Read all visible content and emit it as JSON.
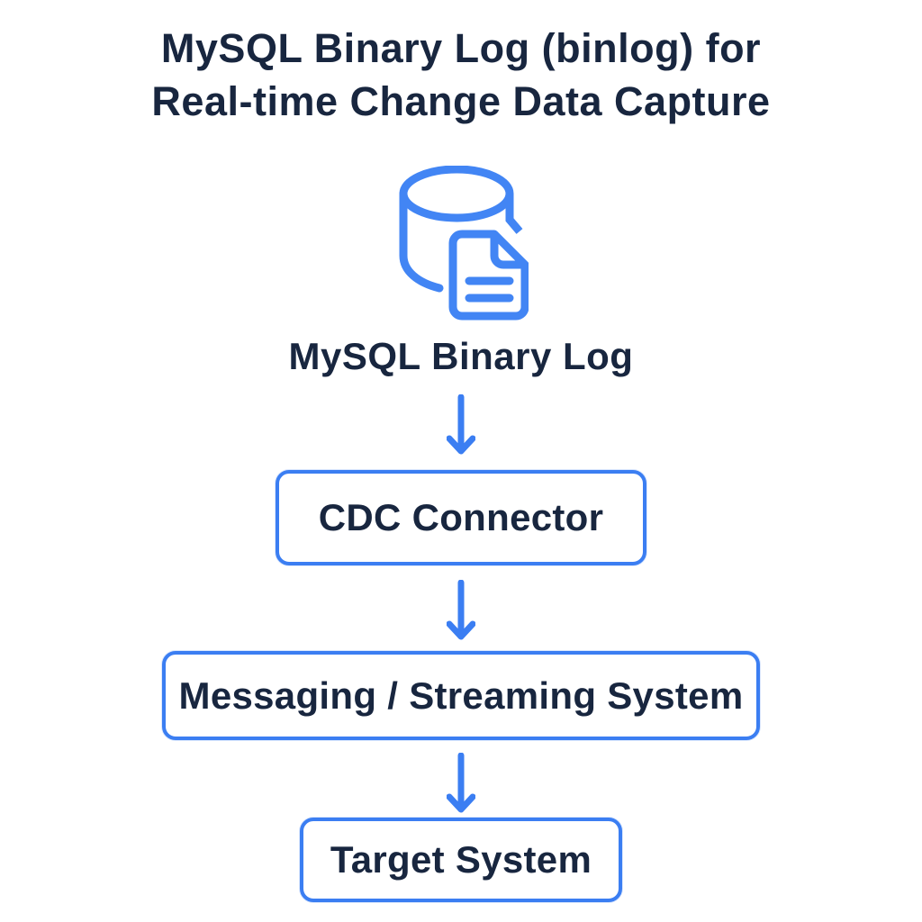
{
  "page": {
    "background": "#ffffff",
    "colors": {
      "accent_blue": "#3b7ef2",
      "icon_blue": "#4285f4",
      "text_navy": "#18263f"
    }
  },
  "title": {
    "line1": "MySQL Binary Log (binlog) for",
    "line2": "Real-time Change Data Capture"
  },
  "diagram": {
    "source": {
      "icon": "database-document-icon",
      "label": "MySQL Binary Log"
    },
    "arrow_icon": "arrow-down-icon",
    "nodes": [
      {
        "id": "cdc-connector",
        "label": "CDC Connector"
      },
      {
        "id": "messaging-streaming-system",
        "label": "Messaging / Streaming System"
      },
      {
        "id": "target-system",
        "label": "Target System"
      }
    ]
  }
}
